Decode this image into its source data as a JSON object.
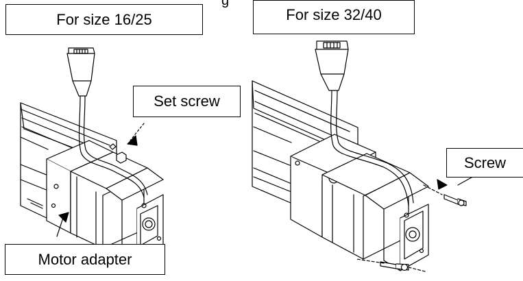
{
  "labels": {
    "size_16_25": "For size 16/25",
    "size_32_40": "For size 32/40",
    "set_screw": "Set screw",
    "screw": "Screw",
    "motor_adapter": "Motor adapter"
  },
  "top_partial_text": "g"
}
